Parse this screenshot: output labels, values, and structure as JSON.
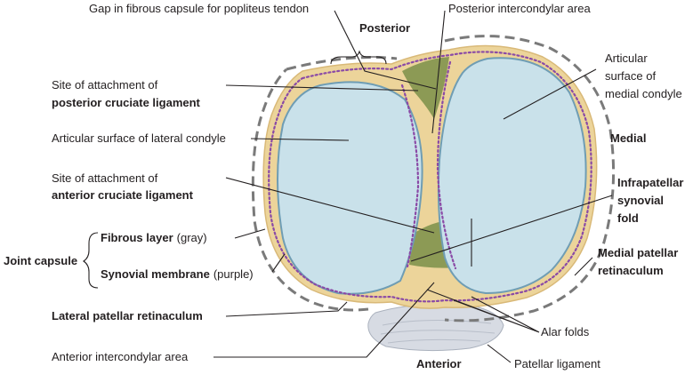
{
  "colors": {
    "bone": "#ecd49a",
    "bone_dark": "#d9b978",
    "cartilage": "#c9e1ea",
    "cartilage_edge": "#6f9db4",
    "intercondylar": "#8c9a55",
    "fibrous_layer": "#7a7a7a",
    "synovial_membrane": "#8a4aa6",
    "patellar_ligament": "#d7dbe3",
    "leader": "#231f20"
  },
  "labels": {
    "gap_popliteus": "Gap in fibrous capsule for popliteus tendon",
    "posterior": "Posterior",
    "posterior_intercondylar": "Posterior intercondylar area",
    "pcl_line1": "Site of attachment of",
    "pcl_line2": "posterior cruciate ligament",
    "medial_surface_1": "Articular",
    "medial_surface_2": "surface of",
    "medial_surface_3": "medial condyle",
    "lateral_surface": "Articular surface of lateral condyle",
    "medial": "Medial",
    "acl_line1": "Site of attachment of",
    "acl_line2": "anterior cruciate ligament",
    "infrapatellar_1": "Infrapatellar",
    "infrapatellar_2": "synovial",
    "infrapatellar_3": "fold",
    "fibrous_layer": "Fibrous layer",
    "fibrous_layer_note": "(gray)",
    "joint_capsule": "Joint capsule",
    "synovial_membrane": "Synovial membrane",
    "synovial_membrane_note": "(purple)",
    "medial_retinaculum_1": "Medial patellar",
    "medial_retinaculum_2": "retinaculum",
    "lateral_retinaculum": "Lateral patellar retinaculum",
    "alar_folds": "Alar folds",
    "anterior_intercondylar": "Anterior intercondylar area",
    "anterior": "Anterior",
    "patellar_ligament": "Patellar ligament"
  }
}
